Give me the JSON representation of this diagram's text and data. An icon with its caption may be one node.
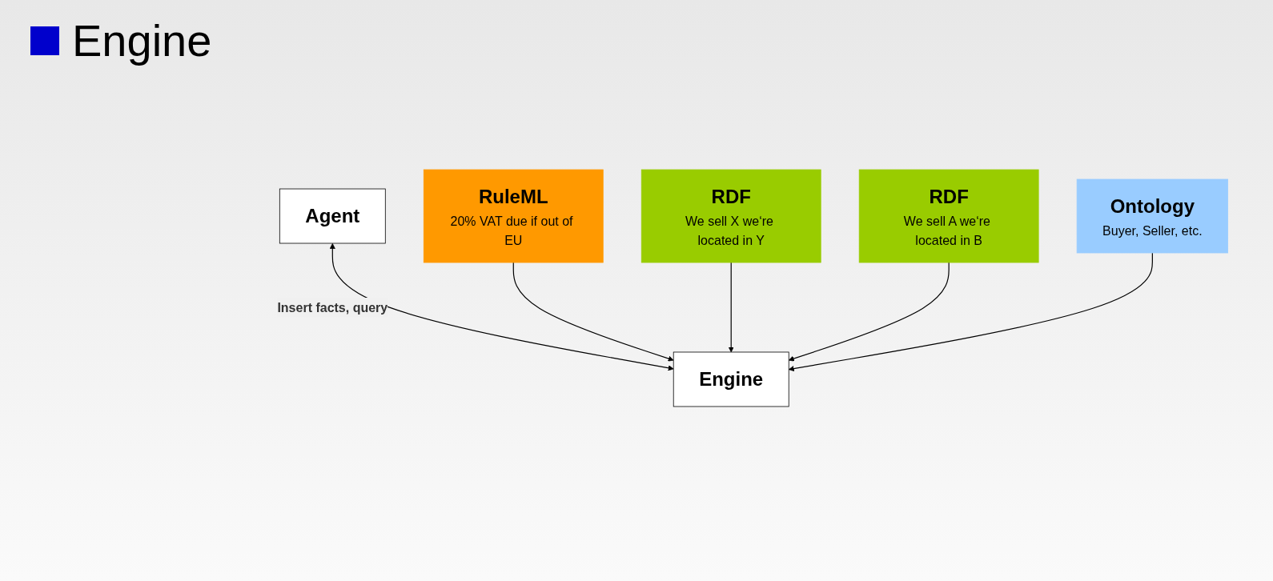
{
  "diagram": {
    "nodes": [
      {
        "text": [
          "Agent"
        ]
      },
      {
        "text": [
          "RuleML",
          "20% VAT due if out of EU"
        ]
      },
      {
        "text": [
          "RDF",
          "We sell X we‘re located in Y"
        ]
      },
      {
        "text": [
          "Engine"
        ]
      },
      {
        "text": [
          "RDF",
          "We sell A we‘re located in B"
        ]
      },
      {
        "text": [
          "Ontology",
          "Buyer, Seller, etc."
        ]
      }
    ],
    "edges": [
      {
        "from": 0,
        "to": 3,
        "arrow": "both",
        "label": "Insert facts, query"
      },
      {
        "from": 1,
        "to": 3,
        "arrow": "to"
      },
      {
        "from": 2,
        "to": 3,
        "arrow": "to"
      },
      {
        "from": 4,
        "to": 3,
        "arrow": "to"
      },
      {
        "from": 5,
        "to": 3,
        "arrow": "to"
      }
    ],
    "labels": [
      "Engine"
    ]
  }
}
